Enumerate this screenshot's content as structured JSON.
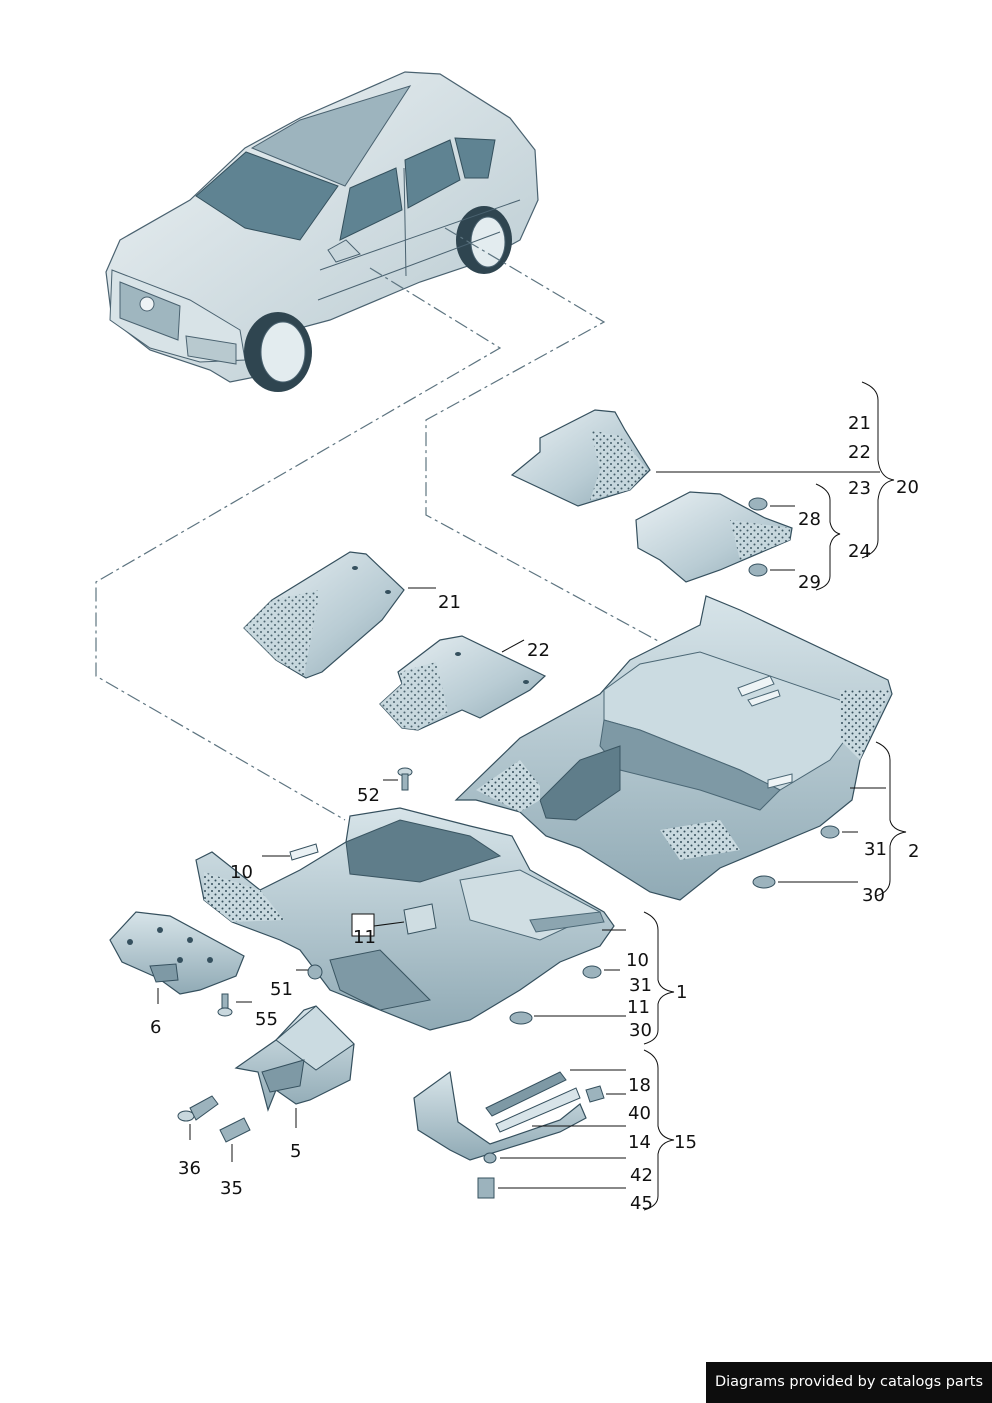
{
  "labels": {
    "l20": "20",
    "l21a": "21",
    "l22a": "22",
    "l23": "23",
    "l24": "24",
    "l28": "28",
    "l29": "29",
    "l21b": "21",
    "l22b": "22",
    "l52": "52",
    "l2": "2",
    "l31a": "31",
    "l30a": "30",
    "l10a": "10",
    "l11a": "11",
    "l10b": "10",
    "l31b": "31",
    "l11b": "11",
    "l30b": "30",
    "l1": "1",
    "l51": "51",
    "l55": "55",
    "l6": "6",
    "l5": "5",
    "l36": "36",
    "l35": "35",
    "l18": "18",
    "l40": "40",
    "l14": "14",
    "l15": "15",
    "l42": "42",
    "l45": "45"
  },
  "credit": "Diagrams provided by catalogs parts",
  "colors": {
    "part_fill": "#c5d6dd",
    "part_shadow": "#7f9aa6",
    "part_dark": "#4e6a77",
    "leader": "#111111",
    "credit_bg": "#0d0d0d"
  },
  "icons": [
    "car-illustration",
    "floor-mat",
    "carpet",
    "clip",
    "screw"
  ]
}
